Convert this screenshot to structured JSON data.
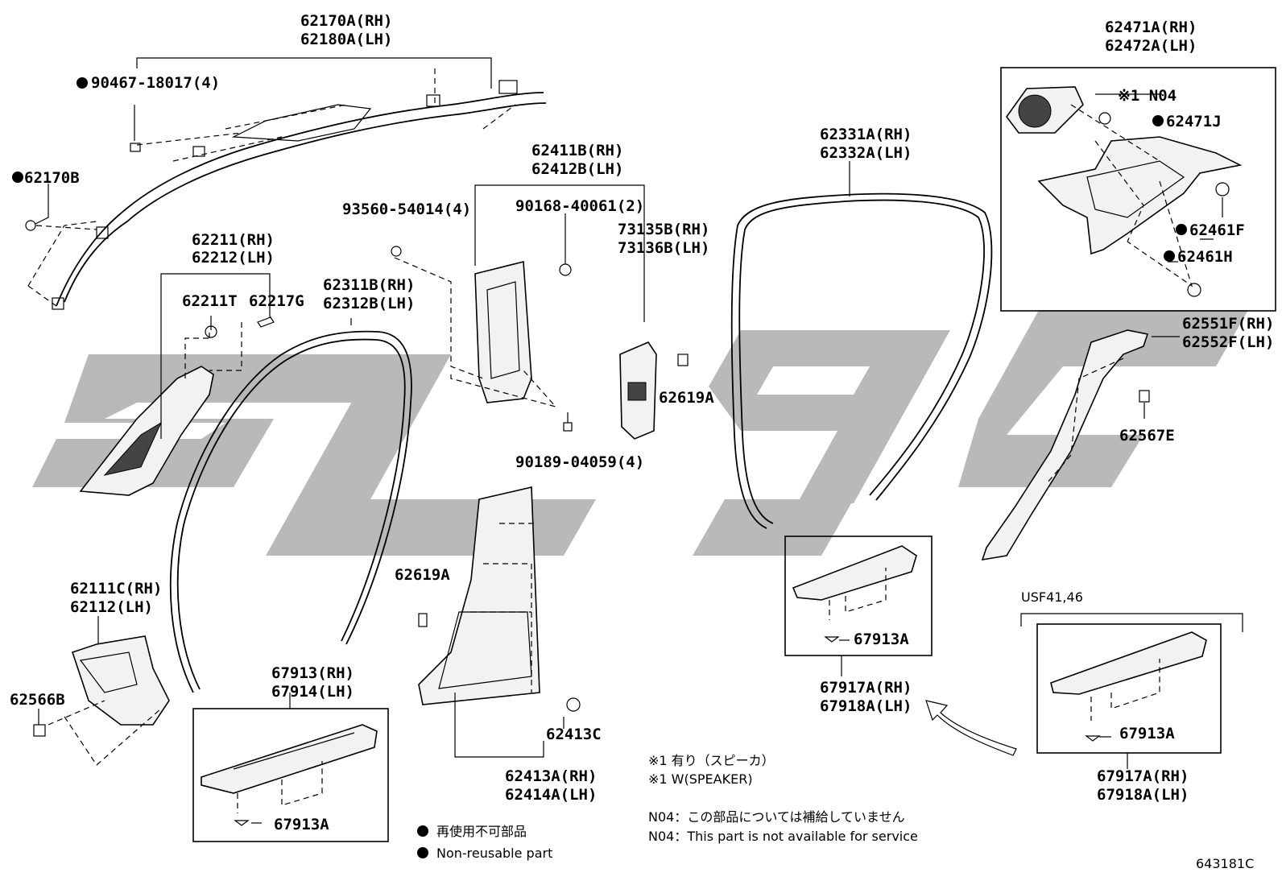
{
  "labels": {
    "p62170A": "62170A(RH)",
    "p62180A": "62180A(LH)",
    "p90467": "90467-18017(4)",
    "p62170B": "62170B",
    "p62211": "62211(RH)",
    "p62212": "62212(LH)",
    "p62211T": "62211T",
    "p62217G": "62217G",
    "p62311B": "62311B(RH)",
    "p62312B": "62312B(LH)",
    "p62111C": "62111C(RH)",
    "p62112": "62112(LH)",
    "p62566B": "62566B",
    "p67913": "67913(RH)",
    "p67914": "67914(LH)",
    "p67913A_1": "67913A",
    "p93560": "93560-54014(4)",
    "p62411B": "62411B(RH)",
    "p62412B": "62412B(LH)",
    "p90168": "90168-40061(2)",
    "p73135B": "73135B(RH)",
    "p73136B": "73136B(LH)",
    "p62619A_1": "62619A",
    "p90189": "90189-04059(4)",
    "p62619A_2": "62619A",
    "p62413C": "62413C",
    "p62413A": "62413A(RH)",
    "p62414A": "62414A(LH)",
    "p62331A": "62331A(RH)",
    "p62332A": "62332A(LH)",
    "p67913A_2": "67913A",
    "p67917A_1": "67917A(RH)",
    "p67918A_1": "67918A(LH)",
    "p62471A": "62471A(RH)",
    "p62472A": "62472A(LH)",
    "pN04": "※1 N04",
    "p62471J": "62471J",
    "p62461F": "62461F",
    "p62461H": "62461H",
    "p62551F": "62551F(RH)",
    "p62552F": "62552F(LH)",
    "p62567E": "62567E",
    "pUSF": "USF41,46",
    "p67913A_3": "67913A",
    "p67917A_2": "67917A(RH)",
    "p67918A_2": "67918A(LH)"
  },
  "notes": {
    "n1": "※1  有り（スピーカ）",
    "n2": "※1  W(SPEAKER)",
    "n3": "N04：この部品については補給していません",
    "n4": "N04：This part is not available for service"
  },
  "legend": {
    "jp": "再使用不可部品",
    "en": "Non-reusable part"
  },
  "figure_id": "643181C"
}
